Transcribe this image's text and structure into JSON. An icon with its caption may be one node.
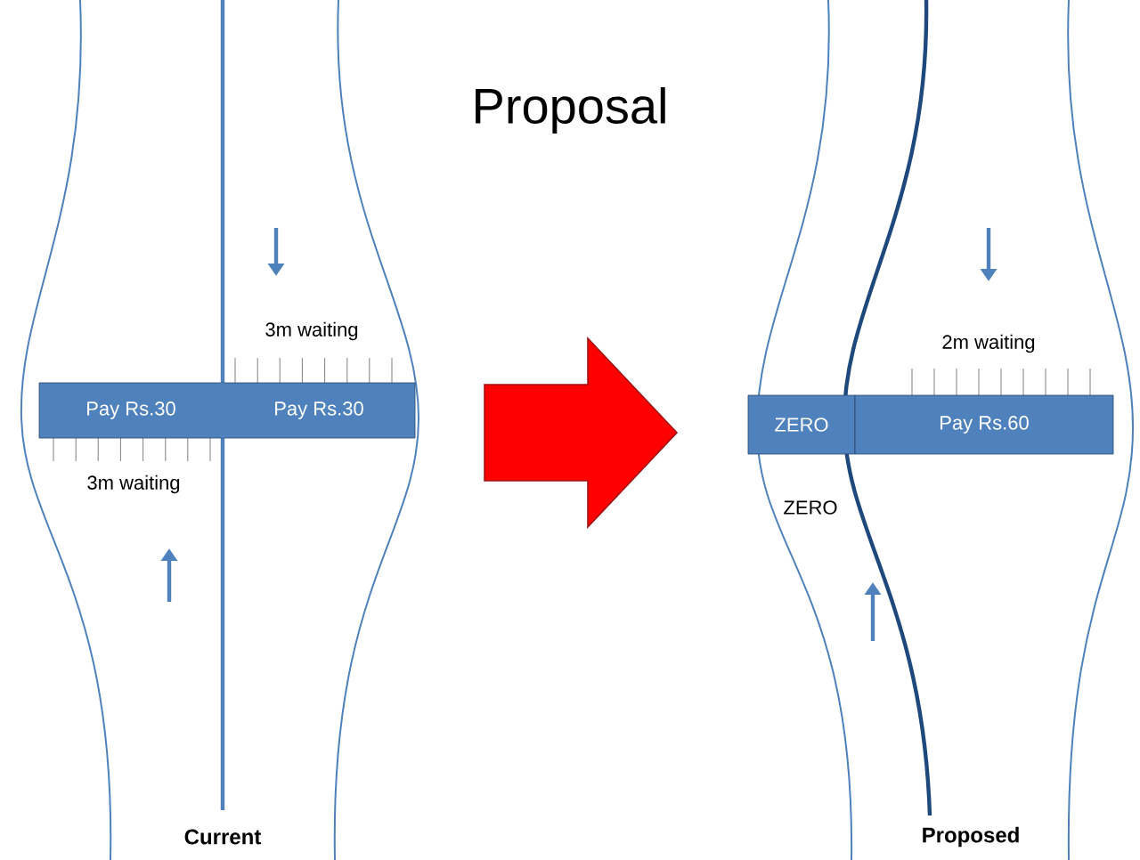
{
  "diagram": {
    "title": "Proposal",
    "nodes": [
      {
        "text": [
          "Pay Rs.30"
        ]
      },
      {
        "text": [
          "Pay Rs.30"
        ]
      },
      {
        "text": [
          "ZERO"
        ]
      },
      {
        "text": [
          "Pay Rs.60"
        ]
      }
    ],
    "labels": [
      "3m waiting",
      "3m waiting",
      "2m waiting",
      "ZERO",
      "Current",
      "Proposed"
    ]
  }
}
